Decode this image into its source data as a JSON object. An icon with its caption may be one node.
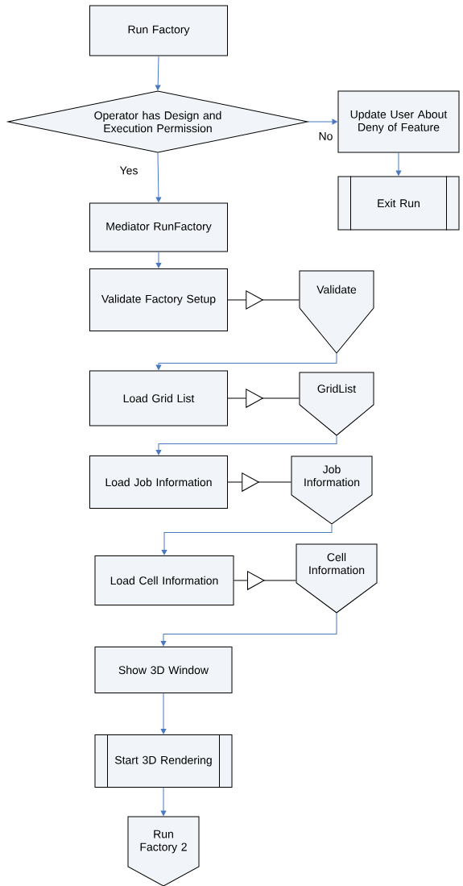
{
  "diagram": {
    "nodes": [
      {
        "text": [
          "Run Factory"
        ]
      },
      {
        "text": [
          "Operator has Design and Execution Permission"
        ]
      },
      {
        "text": [
          "Update User About Deny of Feature"
        ]
      },
      {
        "text": [
          "Exit Run"
        ]
      },
      {
        "text": [
          "Mediator RunFactory"
        ]
      },
      {
        "text": [
          "Validate Factory Setup"
        ]
      },
      {
        "text": [
          "Validate"
        ]
      },
      {
        "text": [
          "Load Grid List"
        ]
      },
      {
        "text": [
          "GridList"
        ]
      },
      {
        "text": [
          "Load Job Information"
        ]
      },
      {
        "text": [
          "Job Information"
        ]
      },
      {
        "text": [
          "Load Cell Information"
        ]
      },
      {
        "text": [
          "Cell Information"
        ]
      },
      {
        "text": [
          "Show 3D Window"
        ]
      },
      {
        "text": [
          "Start 3D Rendering"
        ]
      },
      {
        "text": [
          "Run Factory 2"
        ]
      }
    ],
    "edges": [
      {
        "from": 0,
        "to": 1,
        "arrow": "to"
      },
      {
        "from": 1,
        "to": 2,
        "arrow": "to",
        "label": "No"
      },
      {
        "from": 1,
        "to": 4,
        "arrow": "to",
        "label": "Yes"
      },
      {
        "from": 2,
        "to": 3,
        "arrow": "to"
      },
      {
        "from": 4,
        "to": 5,
        "arrow": "to"
      },
      {
        "from": 5,
        "to": 6,
        "arrow": "to",
        "color": "#000000"
      },
      {
        "from": 6,
        "to": 7,
        "arrow": "to"
      },
      {
        "from": 7,
        "to": 8,
        "arrow": "to",
        "color": "#000000"
      },
      {
        "from": 8,
        "to": 9,
        "arrow": "to"
      },
      {
        "from": 9,
        "to": 10,
        "arrow": "to",
        "color": "#000000"
      },
      {
        "from": 10,
        "to": 11,
        "arrow": "to"
      },
      {
        "from": 11,
        "to": 12,
        "arrow": "to",
        "color": "#000000"
      },
      {
        "from": 12,
        "to": 13,
        "arrow": "to"
      },
      {
        "from": 13,
        "to": 14,
        "arrow": "to"
      },
      {
        "from": 14,
        "to": 15,
        "arrow": "to"
      }
    ]
  }
}
